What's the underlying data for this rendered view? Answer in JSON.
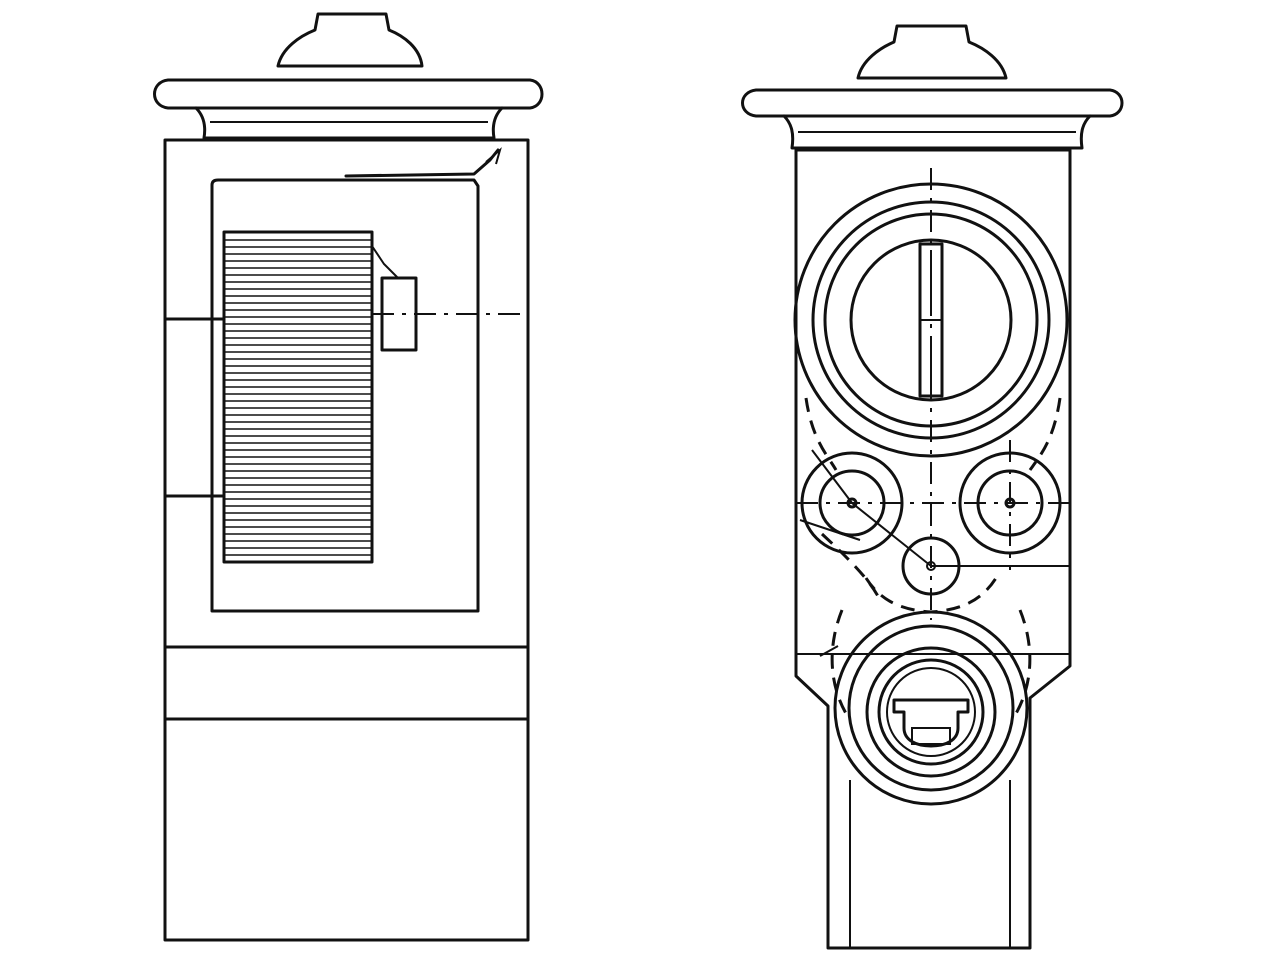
{
  "diagram": {
    "subject": "expansion-valve",
    "views": [
      {
        "id": "side-view"
      },
      {
        "id": "front-view"
      }
    ],
    "colors": {
      "line": "#111111",
      "background": "#ffffff"
    }
  }
}
